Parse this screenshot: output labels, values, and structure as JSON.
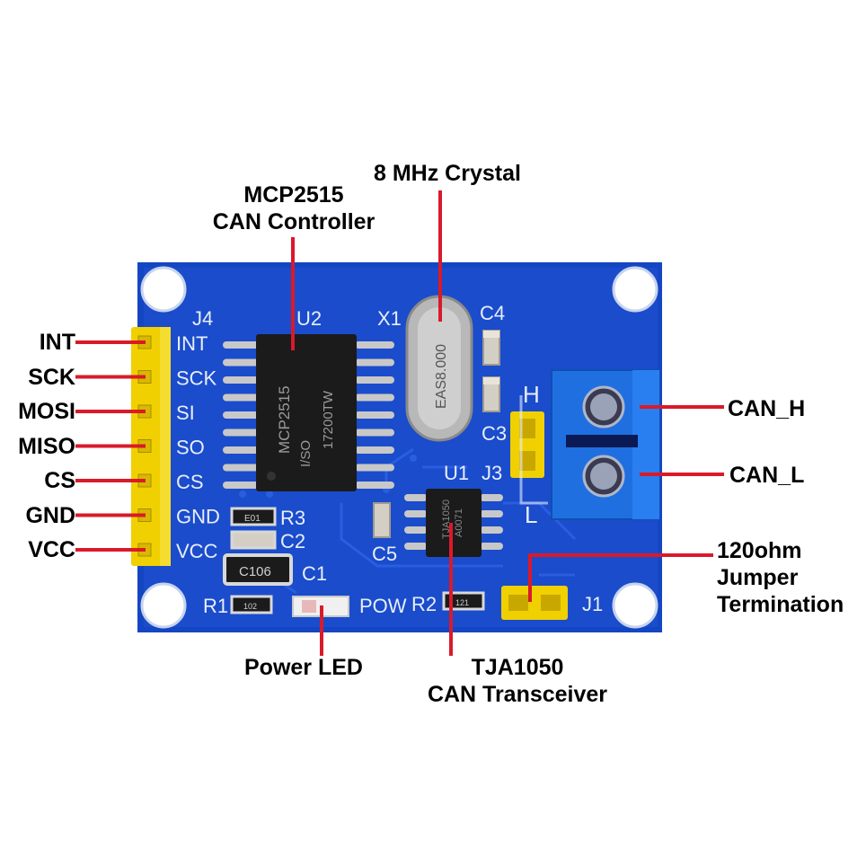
{
  "pins": [
    {
      "callout": "INT",
      "silk": "INT"
    },
    {
      "callout": "SCK",
      "silk": "SCK"
    },
    {
      "callout": "MOSI",
      "silk": "SI"
    },
    {
      "callout": "MISO",
      "silk": "SO"
    },
    {
      "callout": "CS",
      "silk": "CS"
    },
    {
      "callout": "GND",
      "silk": "GND"
    },
    {
      "callout": "VCC",
      "silk": "VCC"
    }
  ],
  "callouts": {
    "mcp_line1": "MCP2515",
    "mcp_line2": "CAN Controller",
    "crystal": "8 MHz Crystal",
    "can_h": "CAN_H",
    "can_l": "CAN_L",
    "jumper_line1": "120ohm",
    "jumper_line2": "Jumper",
    "jumper_line3": "Termination",
    "power_led": "Power LED",
    "tja_line1": "TJA1050",
    "tja_line2": "CAN Transceiver"
  },
  "silkscreen": {
    "j4": "J4",
    "u2": "U2",
    "x1": "X1",
    "c4": "C4",
    "h": "H",
    "c3": "C3",
    "j3": "J3",
    "u1": "U1",
    "l": "L",
    "r3": "R3",
    "c2": "C2",
    "c1": "C1",
    "c5": "C5",
    "r1": "R1",
    "pow": "POW",
    "r2": "R2",
    "j1": "J1"
  },
  "chip_marks": {
    "u2_line1": "MCP2515",
    "u2_line2": "I/SO",
    "u2_line3": "17200TW",
    "crystal": "EAS8.000",
    "u1_line1": "TJA1050",
    "u1_line2": "A0071",
    "c1_mark": "C106",
    "r3_mark": "E01",
    "r1_mark": "102",
    "r2_mark": "121"
  },
  "colors": {
    "board": "#1a4ccc",
    "board_edge": "#0e3aa8",
    "callout_line": "#d91a2a",
    "header": "#f0d000",
    "terminal": "#1f6fe0",
    "silk": "#e8eef8"
  }
}
